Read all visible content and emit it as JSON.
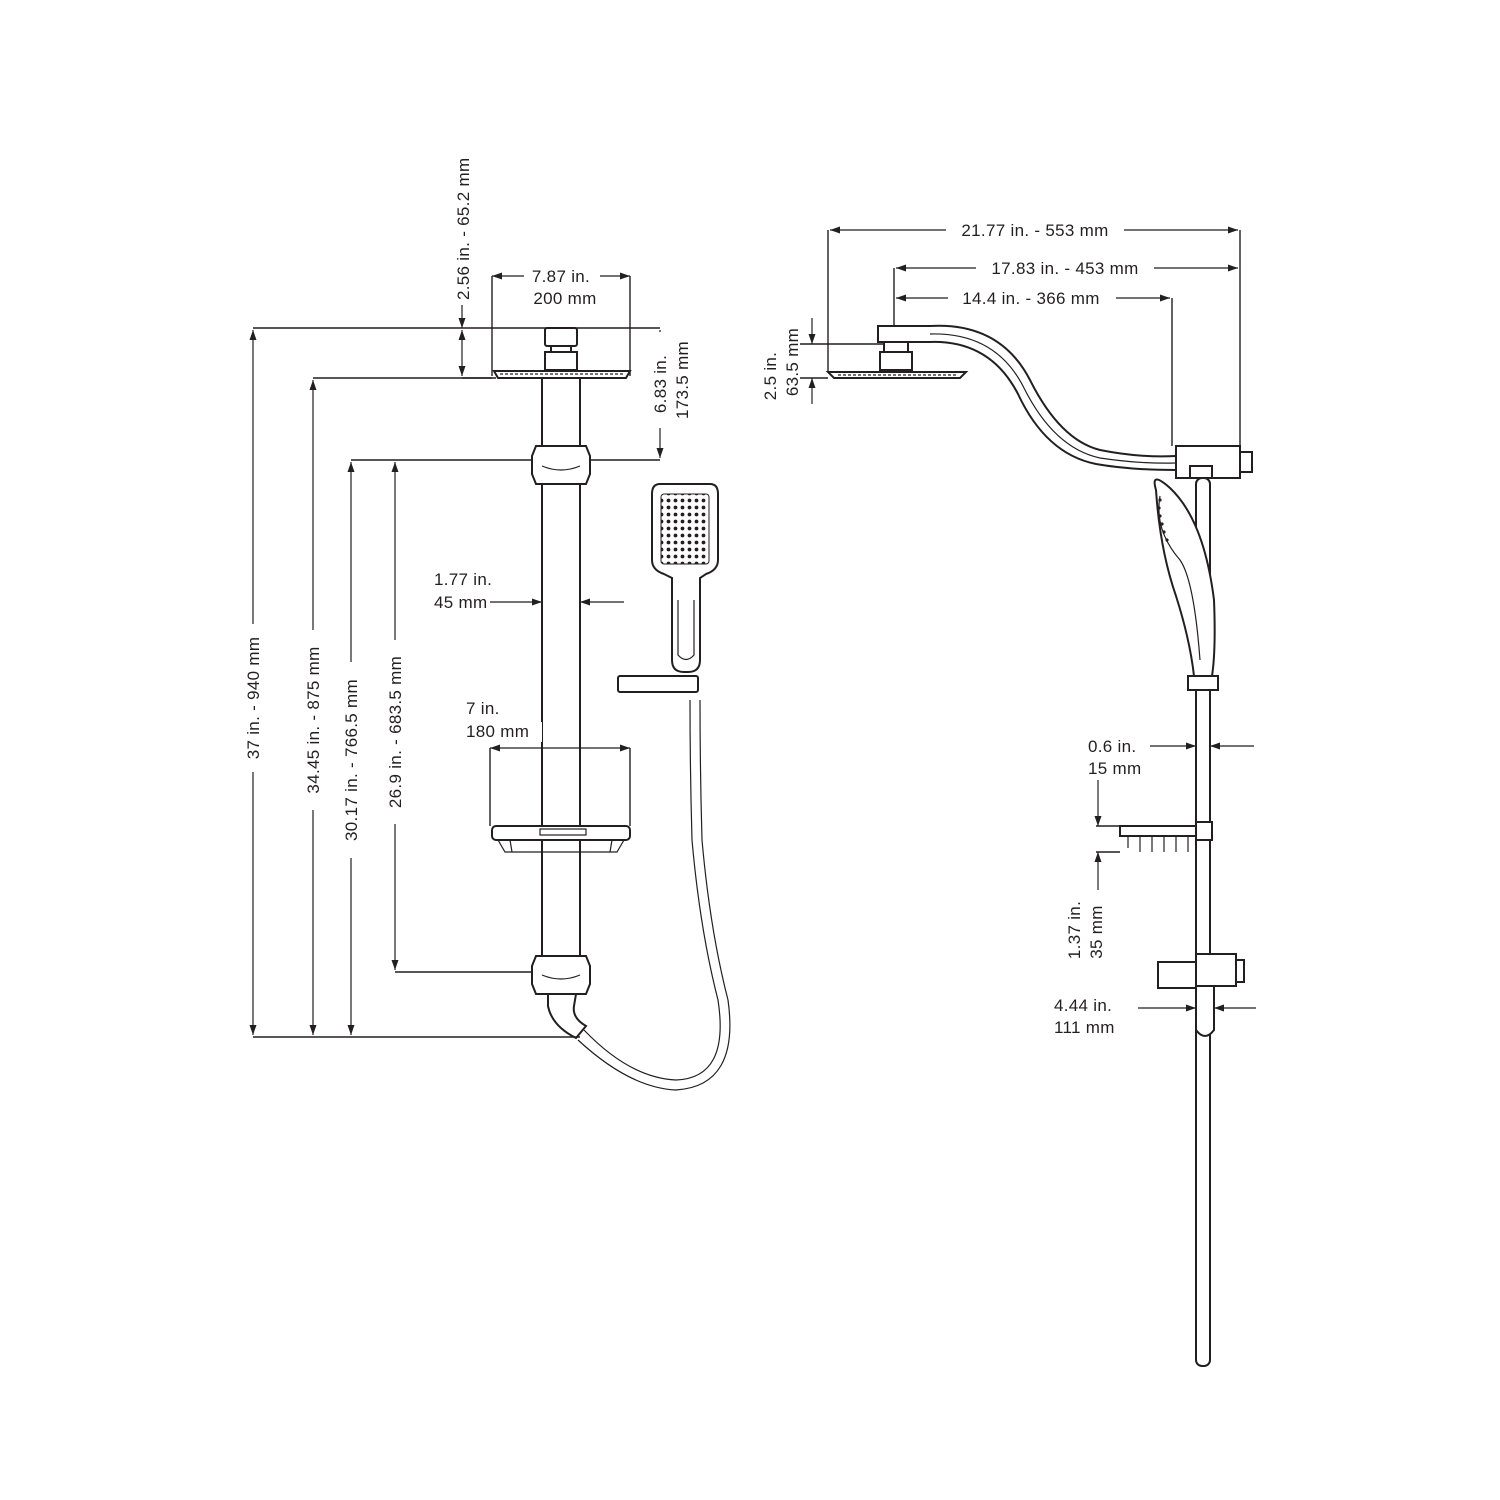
{
  "front_view": {
    "head_height": "2.56 in. - 65.2 mm",
    "head_width_in": "7.87 in.",
    "head_width_mm": "200 mm",
    "arm_drop_in": "6.83 in.",
    "arm_drop_mm": "173.5 mm",
    "bar_width_in": "1.77 in.",
    "bar_width_mm": "45 mm",
    "shelf_width_in": "7 in.",
    "shelf_width_mm": "180 mm",
    "total_height": "37 in. - 940 mm",
    "head_to_bottom": "34.45 in. - 875 mm",
    "bracket_to_bottom": "30.17 in. - 766.5 mm",
    "bracket_spacing": "26.9 in. - 683.5 mm"
  },
  "side_view": {
    "total_reach": "21.77 in. - 553 mm",
    "arm_reach": "17.83 in. - 453 mm",
    "head_offset": "14.4 in. - 366 mm",
    "head_thickness_in": "2.5 in.",
    "head_thickness_mm": "63.5 mm",
    "bar_depth_in": "0.6 in.",
    "bar_depth_mm": "15 mm",
    "shelf_height_in": "1.37 in.",
    "shelf_height_mm": "35 mm",
    "bracket_depth_in": "4.44 in.",
    "bracket_depth_mm": "111 mm"
  }
}
